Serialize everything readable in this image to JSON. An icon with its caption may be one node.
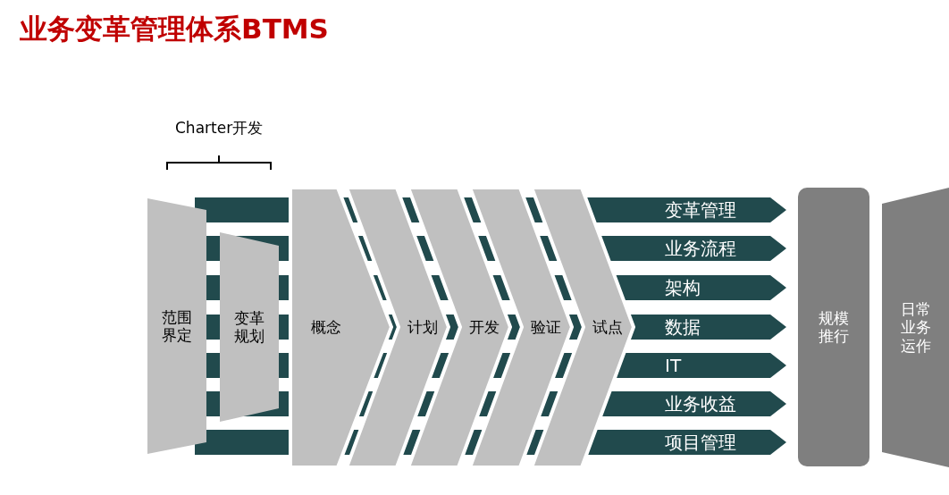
{
  "diagram": {
    "title": "业务变革管理体系BTMS",
    "nodes": [
      {
        "text": [
          "范围界定"
        ]
      },
      {
        "text": [
          "变革规划"
        ]
      },
      {
        "text": [
          "概念"
        ]
      },
      {
        "text": [
          "计划"
        ]
      },
      {
        "text": [
          "开发"
        ]
      },
      {
        "text": [
          "验证"
        ]
      },
      {
        "text": [
          "试点"
        ]
      },
      {
        "text": [
          "变革管理"
        ]
      },
      {
        "text": [
          "业务流程"
        ]
      },
      {
        "text": [
          "架构"
        ]
      },
      {
        "text": [
          "数据"
        ]
      },
      {
        "text": [
          "IT"
        ]
      },
      {
        "text": [
          "业务收益"
        ]
      },
      {
        "text": [
          "项目管理"
        ]
      },
      {
        "text": [
          "规模推行"
        ]
      },
      {
        "text": [
          "日常业务运作"
        ]
      }
    ],
    "edges": [],
    "labels": [
      "Charter开发"
    ]
  }
}
